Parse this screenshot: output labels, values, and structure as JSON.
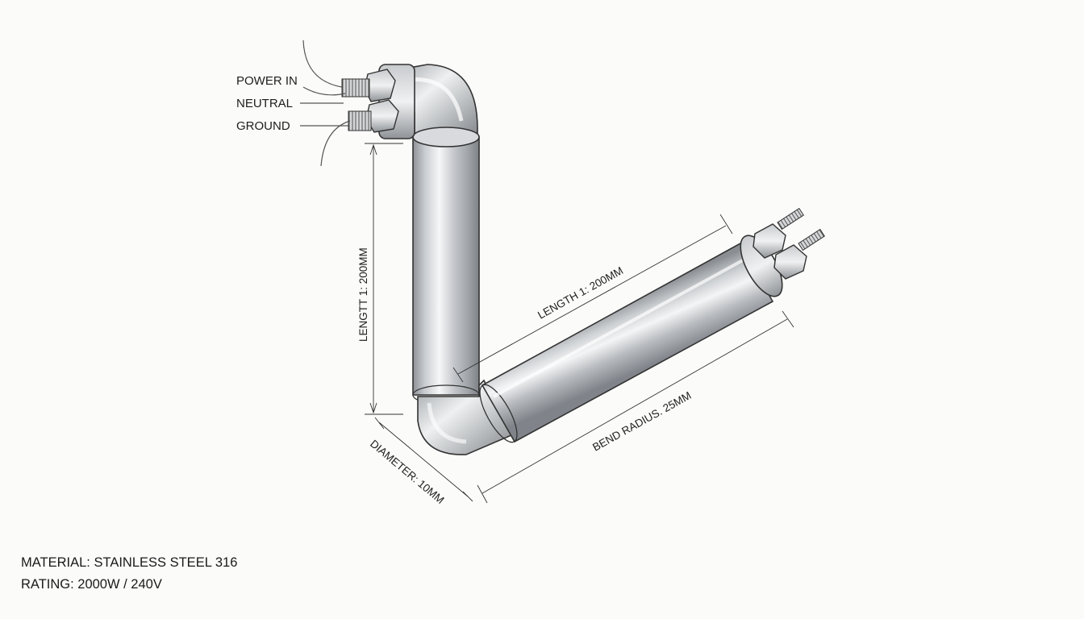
{
  "wire_labels": {
    "power_in": "POWER IN",
    "neutral": "NEUTRAL",
    "ground": "GROUND"
  },
  "dimensions": {
    "vertical_length": "LENGTT 1: 200MM",
    "horizontal_length": "LENGTH 1: 200MM",
    "bend_radius": "BEND RADIUS. 25MM",
    "diameter": "DIAMETER: 10MM"
  },
  "specs": {
    "material": "MATERIAL: STAINLESS STEEL 316",
    "rating": "RATING: 2000W / 240V"
  }
}
